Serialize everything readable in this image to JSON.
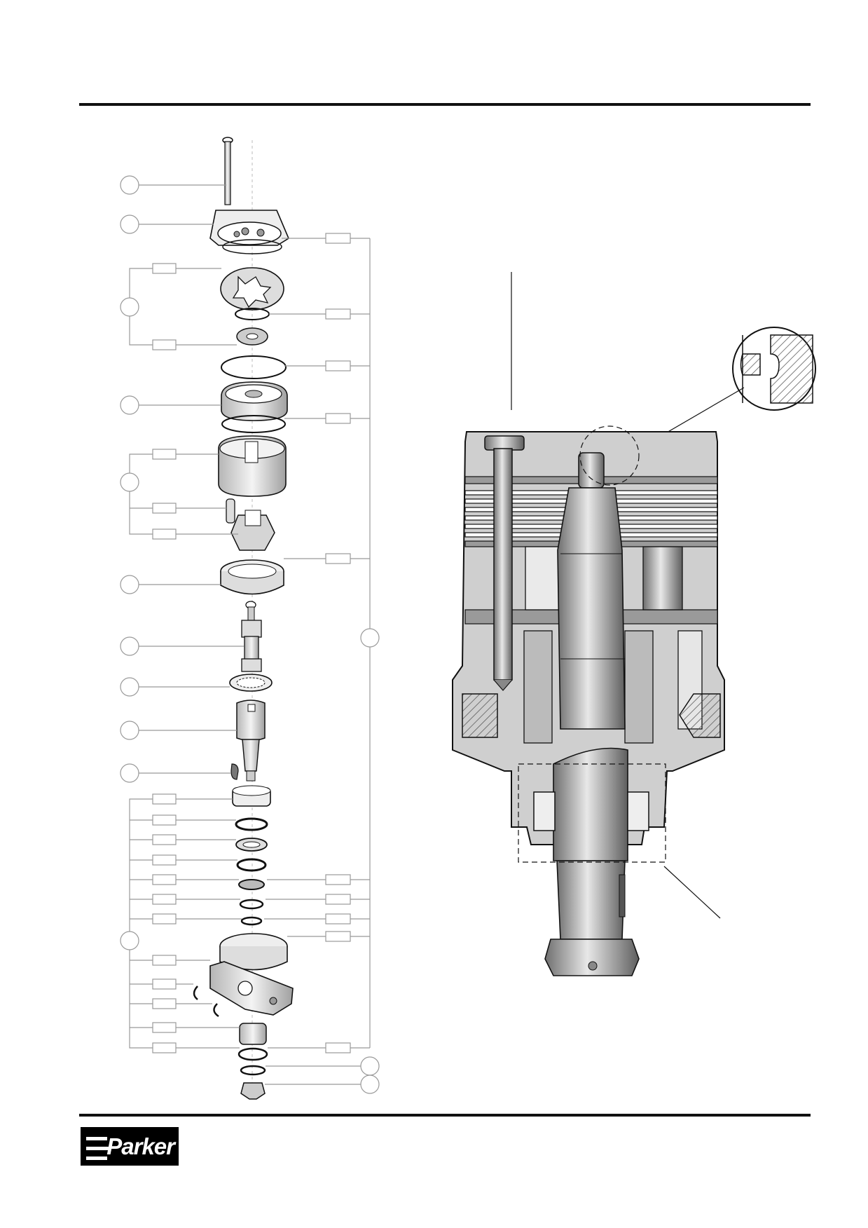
{
  "brand": {
    "logo_text": "Parker"
  },
  "exploded_view": {
    "parts": [
      {
        "id": "bolt",
        "label": "",
        "icon": "bolt-icon"
      },
      {
        "id": "end-cover",
        "label": "",
        "icon": "end-cover-icon"
      },
      {
        "id": "gerotor-set",
        "label": "",
        "icon": "gerotor-icon"
      },
      {
        "id": "balance-plate",
        "label": "",
        "icon": "balance-plate-icon"
      },
      {
        "id": "valve-housing",
        "label": "",
        "icon": "valve-housing-icon"
      },
      {
        "id": "drive-shaft",
        "label": "",
        "icon": "drive-shaft-icon"
      },
      {
        "id": "thrust-bearing",
        "label": "",
        "icon": "thrust-bearing-icon"
      },
      {
        "id": "output-shaft",
        "label": "",
        "icon": "output-shaft-icon"
      },
      {
        "id": "key",
        "label": "",
        "icon": "key-icon"
      },
      {
        "id": "mounting-flange",
        "label": "",
        "icon": "mounting-flange-icon"
      },
      {
        "id": "nut",
        "label": "",
        "icon": "nut-icon"
      }
    ]
  },
  "section_view": {
    "label": "",
    "detail_label": ""
  },
  "colors": {
    "ink": "#111111",
    "leader": "#999999",
    "section_fill": "#cfcfcf",
    "section_dark": "#8a8a8a"
  }
}
